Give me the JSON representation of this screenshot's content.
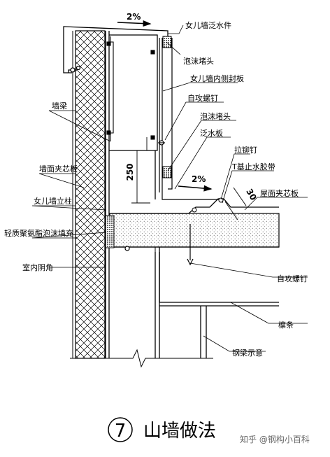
{
  "diagram": {
    "labels": {
      "parapet_flashing": "女儿墙泛水件",
      "foam_plug_top": "泡沫堵头",
      "parapet_inner_seal": "女儿墙内侧封板",
      "self_tapping_screw_top": "自攻螺钉",
      "foam_plug_mid": "泡沫堵头",
      "flashing_plate": "泛水板",
      "wall_beam": "墙梁",
      "rivet": "拉铆钉",
      "t_waterstop_tape": "T基止水胶带",
      "wall_sandwich_panel": "墙面夹芯板",
      "roof_sandwich_panel": "屋面夹芯板",
      "parapet_column": "女儿墙立柱",
      "pu_foam_fill": "轻质聚氨酯泡沫填充",
      "indoor_corner": "室内阴角",
      "self_tapping_screw_bottom": "自攻螺钉",
      "purlin": "檩条",
      "steel_beam": "钢梁示意"
    },
    "slope_top": "2%",
    "slope_roof": "2%",
    "dim_250": "250",
    "dim_30": "30",
    "title_number": "7",
    "title_text": "山墙做法",
    "watermark": "知乎 @钢构小百科"
  }
}
